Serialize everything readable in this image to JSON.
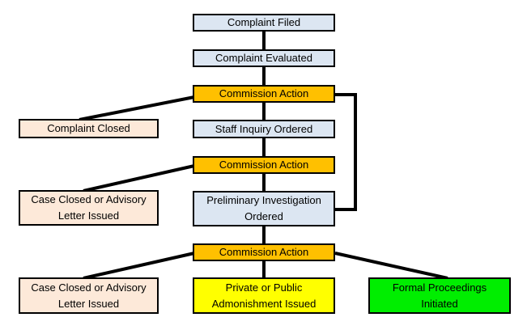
{
  "nodes": {
    "complaint_filed": "Complaint Filed",
    "complaint_evaluated": "Complaint Evaluated",
    "commission_action_1": "Commission Action",
    "complaint_closed": "Complaint Closed",
    "staff_inquiry": "Staff Inquiry Ordered",
    "commission_action_2": "Commission Action",
    "case_closed_1_line1": "Case Closed or Advisory",
    "case_closed_1_line2": "Letter Issued",
    "prelim_line1": "Preliminary Investigation",
    "prelim_line2": "Ordered",
    "commission_action_3": "Commission Action",
    "case_closed_2_line1": "Case Closed or Advisory",
    "case_closed_2_line2": "Letter Issued",
    "admonishment_line1": "Private or Public",
    "admonishment_line2": "Admonishment Issued",
    "formal_line1": "Formal Proceedings",
    "formal_line2": "Initiated"
  },
  "colors": {
    "process_fill": "#dce6f2",
    "action_fill": "#ffc000",
    "closed_fill": "#fde9d9",
    "admonishment_fill": "#ffff00",
    "formal_fill": "#00ee00",
    "outline": "#000000"
  }
}
